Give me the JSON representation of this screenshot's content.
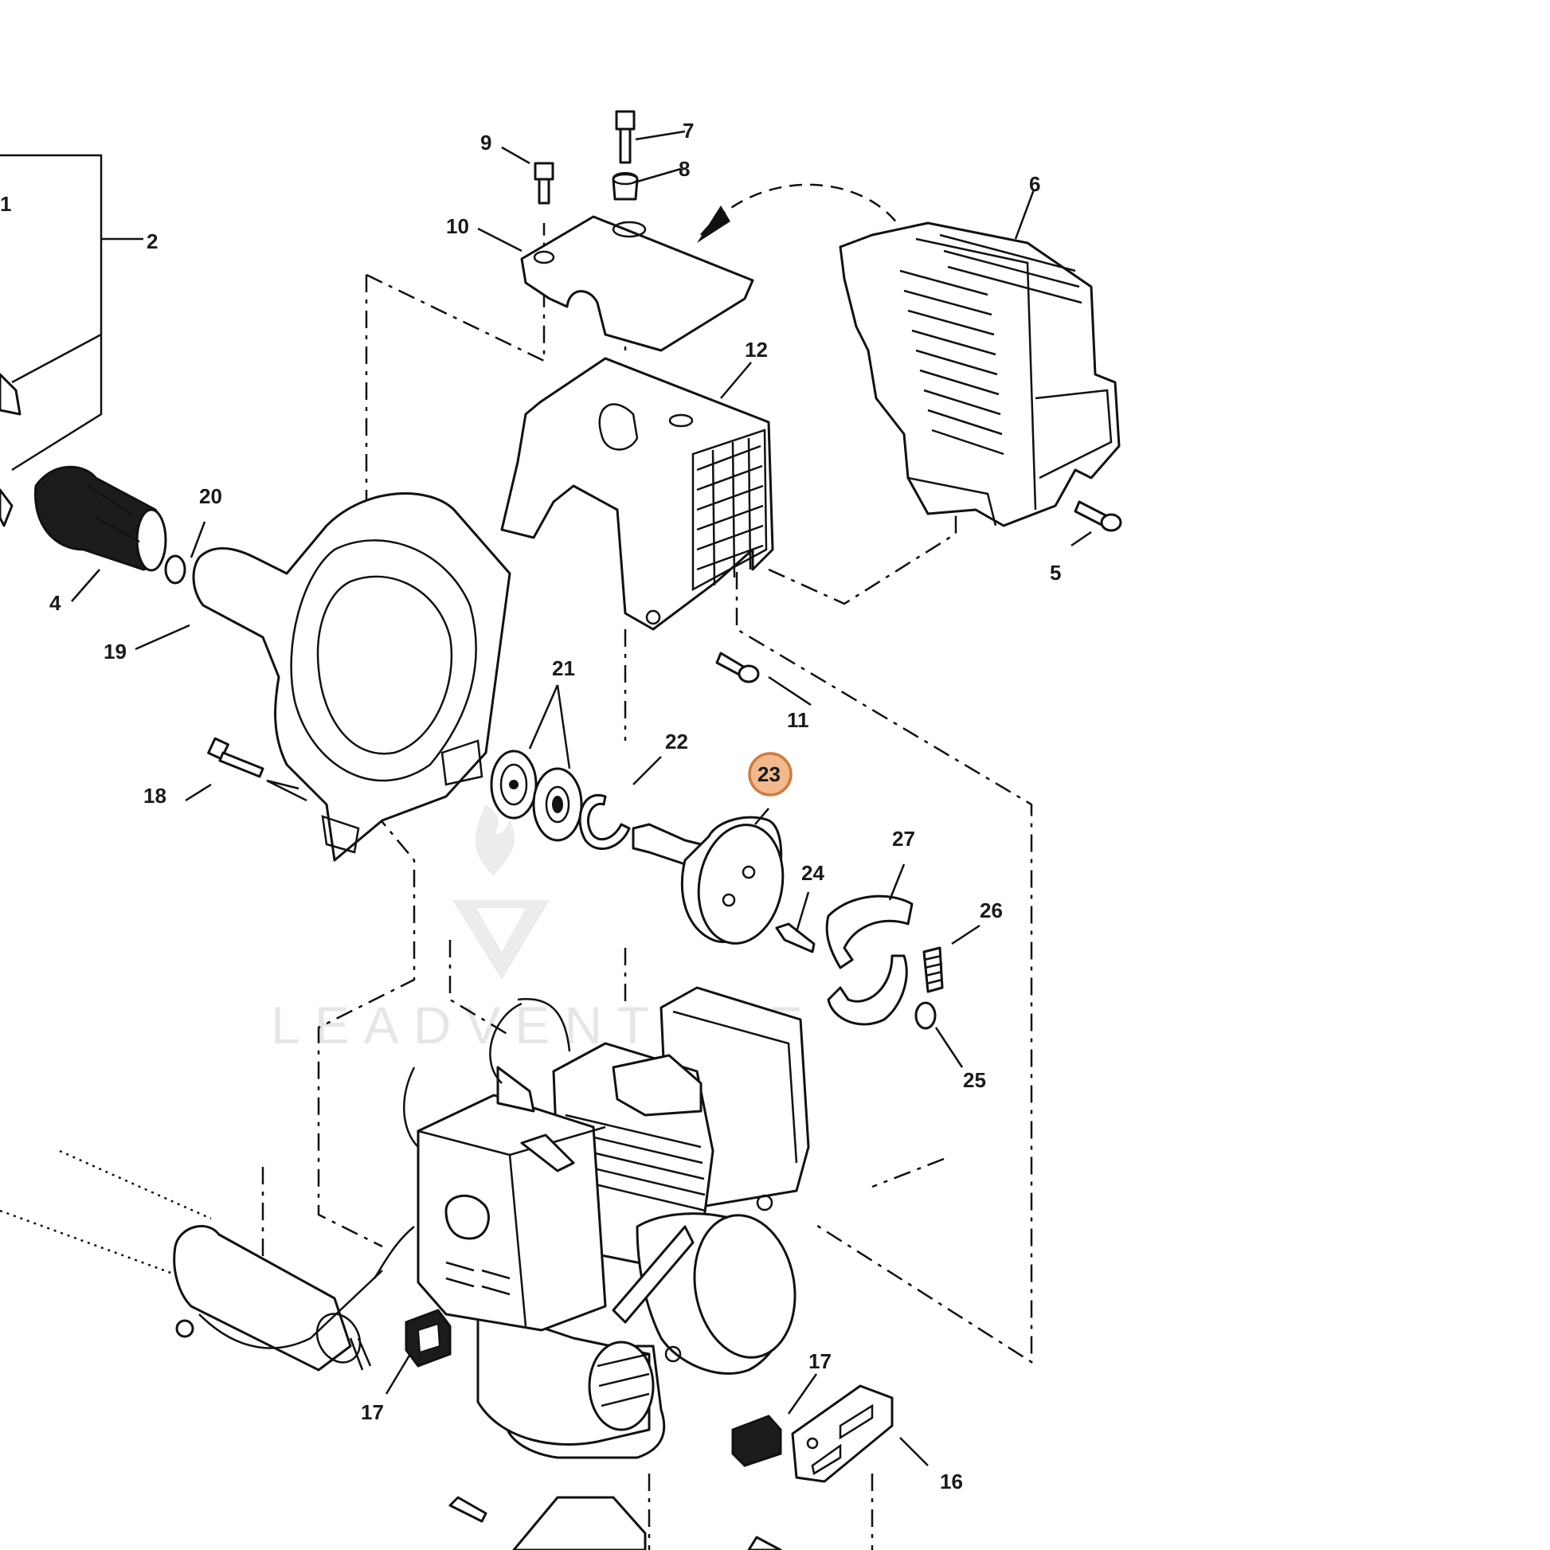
{
  "watermark": {
    "text": "LEADVENTURE"
  },
  "callouts": [
    {
      "id": "p1",
      "text": "1"
    },
    {
      "id": "p2",
      "text": "2"
    },
    {
      "id": "p4",
      "text": "4"
    },
    {
      "id": "p5",
      "text": "5"
    },
    {
      "id": "p6",
      "text": "6"
    },
    {
      "id": "p7",
      "text": "7"
    },
    {
      "id": "p8",
      "text": "8"
    },
    {
      "id": "p9",
      "text": "9"
    },
    {
      "id": "p10",
      "text": "10"
    },
    {
      "id": "p11",
      "text": "11"
    },
    {
      "id": "p12",
      "text": "12"
    },
    {
      "id": "p16",
      "text": "16"
    },
    {
      "id": "p17a",
      "text": "17"
    },
    {
      "id": "p17b",
      "text": "17"
    },
    {
      "id": "p18",
      "text": "18"
    },
    {
      "id": "p19",
      "text": "19"
    },
    {
      "id": "p20",
      "text": "20"
    },
    {
      "id": "p21",
      "text": "21"
    },
    {
      "id": "p22",
      "text": "22"
    },
    {
      "id": "p23",
      "text": "23"
    },
    {
      "id": "p24",
      "text": "24"
    },
    {
      "id": "p25",
      "text": "25"
    },
    {
      "id": "p26",
      "text": "26"
    },
    {
      "id": "p27",
      "text": "27"
    }
  ],
  "highlight": {
    "callout": "23",
    "fill": "#f1b98c",
    "stroke": "#cf7c3e"
  }
}
